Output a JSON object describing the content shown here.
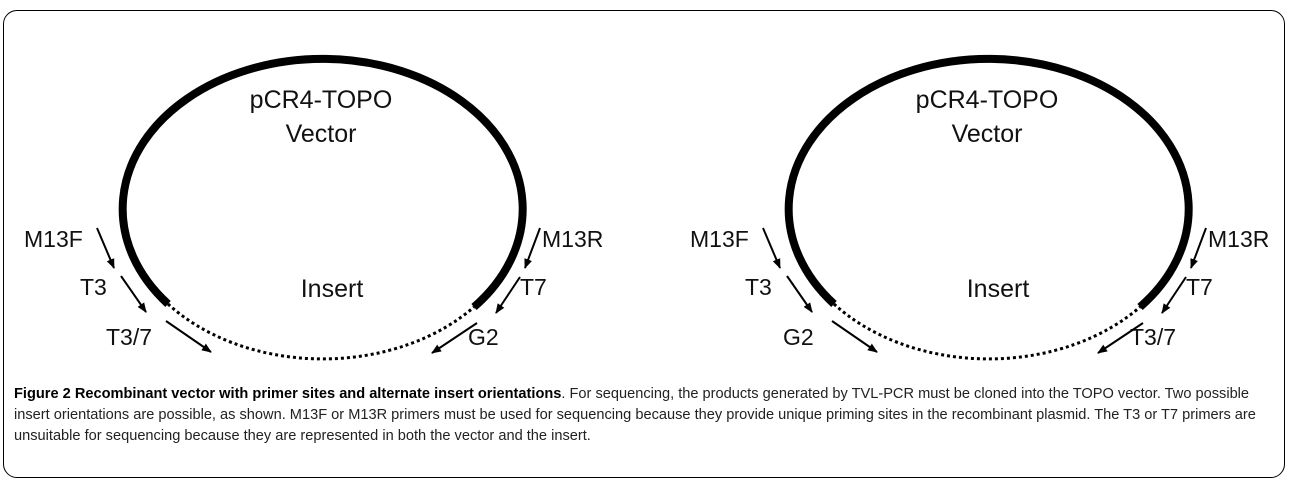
{
  "diagrams": [
    {
      "vector_title": "pCR4-TOPO",
      "vector_subtitle": "Vector",
      "insert_label": "Insert",
      "primers": {
        "m13f": "M13F",
        "m13r": "M13R",
        "left_inner": "T3",
        "right_inner": "T7",
        "left_insert": "T3/7",
        "right_insert": "G2"
      }
    },
    {
      "vector_title": "pCR4-TOPO",
      "vector_subtitle": "Vector",
      "insert_label": "Insert",
      "primers": {
        "m13f": "M13F",
        "m13r": "M13R",
        "left_inner": "T3",
        "right_inner": "T7",
        "left_insert": "G2",
        "right_insert": "T3/7"
      }
    }
  ],
  "caption": {
    "title": "Figure 2 Recombinant vector with primer sites and alternate insert orientations",
    "body": ". For sequencing, the products generated by TVL-PCR must be cloned into the TOPO vector. Two possible insert orientations are possible, as shown. M13F or M13R primers must be used for sequencing because they provide unique priming sites in the recombinant plasmid. The T3 or T7 primers are unsuitable for sequencing because they are represented in both the vector and the insert."
  }
}
